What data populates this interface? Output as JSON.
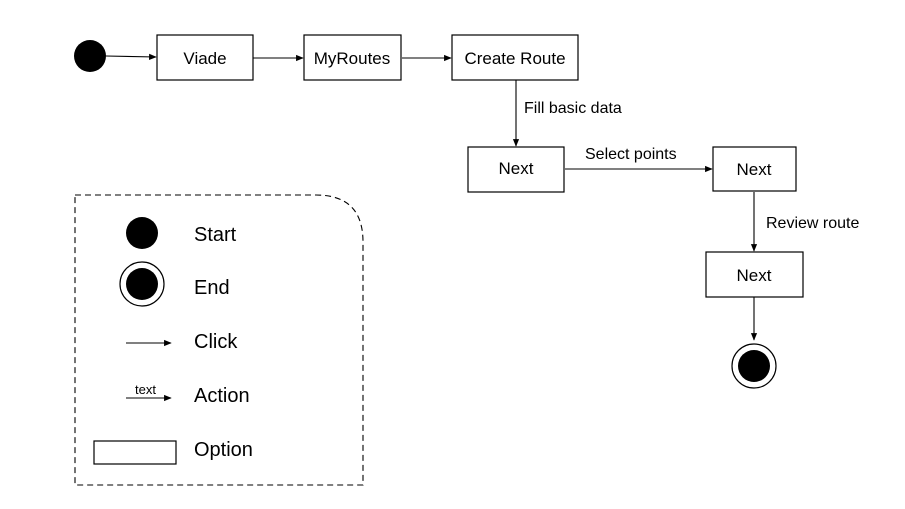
{
  "flow": {
    "nodes": {
      "viade": "Viade",
      "myroutes": "MyRoutes",
      "create_route": "Create Route",
      "next_1": "Next",
      "next_2": "Next",
      "next_3": "Next"
    },
    "edge_labels": {
      "fill_basic_data": "Fill basic data",
      "select_points": "Select points",
      "review_route": "Review route"
    }
  },
  "legend": {
    "start": "Start",
    "end": "End",
    "click": "Click",
    "action": "Action",
    "action_sample": "text",
    "option": "Option"
  },
  "colors": {
    "stroke": "#000000",
    "fill": "#ffffff"
  }
}
